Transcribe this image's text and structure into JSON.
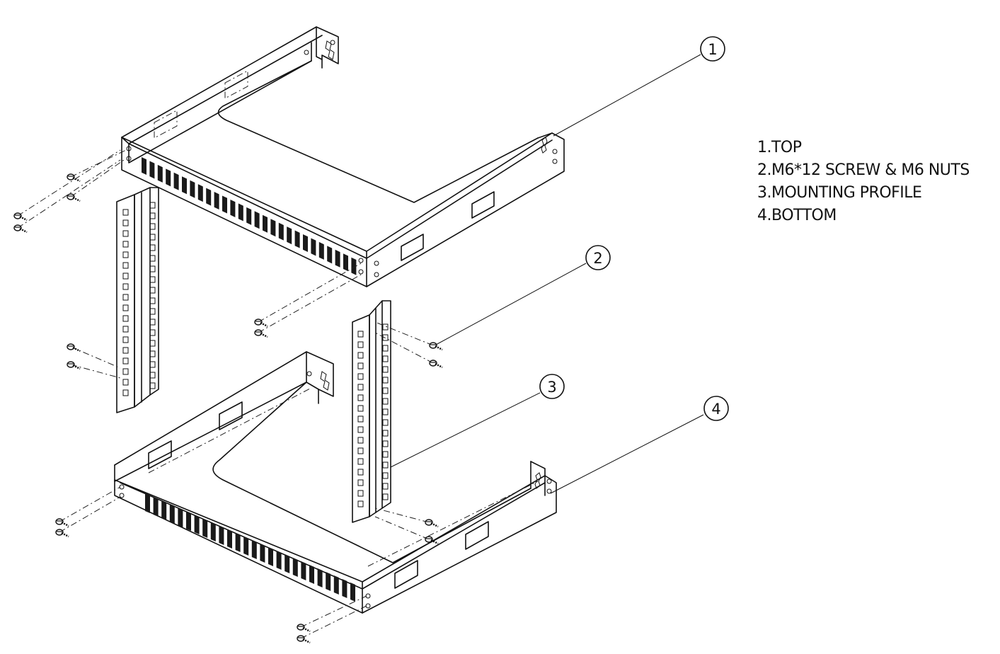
{
  "callouts": {
    "c1": "1",
    "c2": "2",
    "c3": "3",
    "c4": "4"
  },
  "legend": [
    "1.TOP",
    "2.M6*12 SCREW & M6 NUTS",
    "3.MOUNTING PROFILE",
    "4.BOTTOM"
  ],
  "colors": {
    "line": "#111111",
    "background": "#ffffff"
  }
}
